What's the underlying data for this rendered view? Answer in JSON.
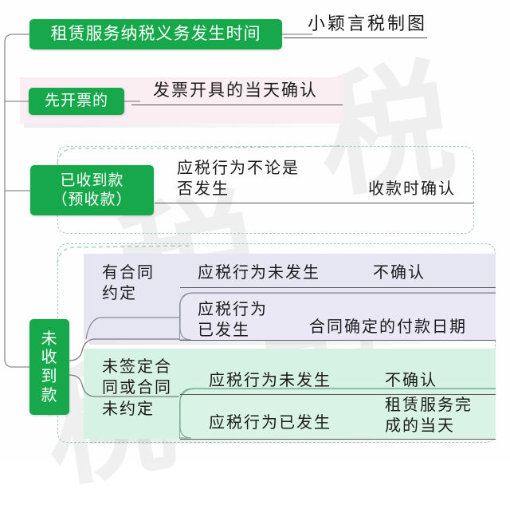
{
  "diagram": {
    "title": "租赁服务纳税义务发生时间",
    "credit": "小颖言税制图",
    "watermark": "税",
    "colors": {
      "node_green": "#16a84b",
      "panel_pink": "#fbeef2",
      "panel_lavender": "#e6e5f2",
      "panel_mint": "#d6f2e4",
      "dashed_border": "#9fc9bd",
      "text": "#1b1b1b"
    },
    "branches": [
      {
        "id": "invoice-first",
        "node": "先开票的",
        "condition": "",
        "result": "发票开具的当天确认"
      },
      {
        "id": "payment-received",
        "node": "已收到款（预收款）",
        "node_line1": "已收到款",
        "node_line2": "（预收款）",
        "condition": "应税行为不论是\n否发生",
        "result": "收款时确认"
      },
      {
        "id": "payment-not-received",
        "node": "未收到款",
        "node_chars": [
          "未",
          "收",
          "到",
          "款"
        ],
        "sub_branches": [
          {
            "id": "with-contract",
            "label": "有合同\n约定",
            "rows": [
              {
                "condition": "应税行为未发生",
                "result": "不确认"
              },
              {
                "condition": "应税行为\n已发生",
                "result": "合同确定的付款日期"
              }
            ]
          },
          {
            "id": "without-contract",
            "label": "未签定合\n同或合同\n未约定",
            "rows": [
              {
                "condition": "应税行为未发生",
                "result": "不确认"
              },
              {
                "condition": "应税行为已发生",
                "result": "租赁服务完\n成的当天"
              }
            ]
          }
        ]
      }
    ]
  }
}
